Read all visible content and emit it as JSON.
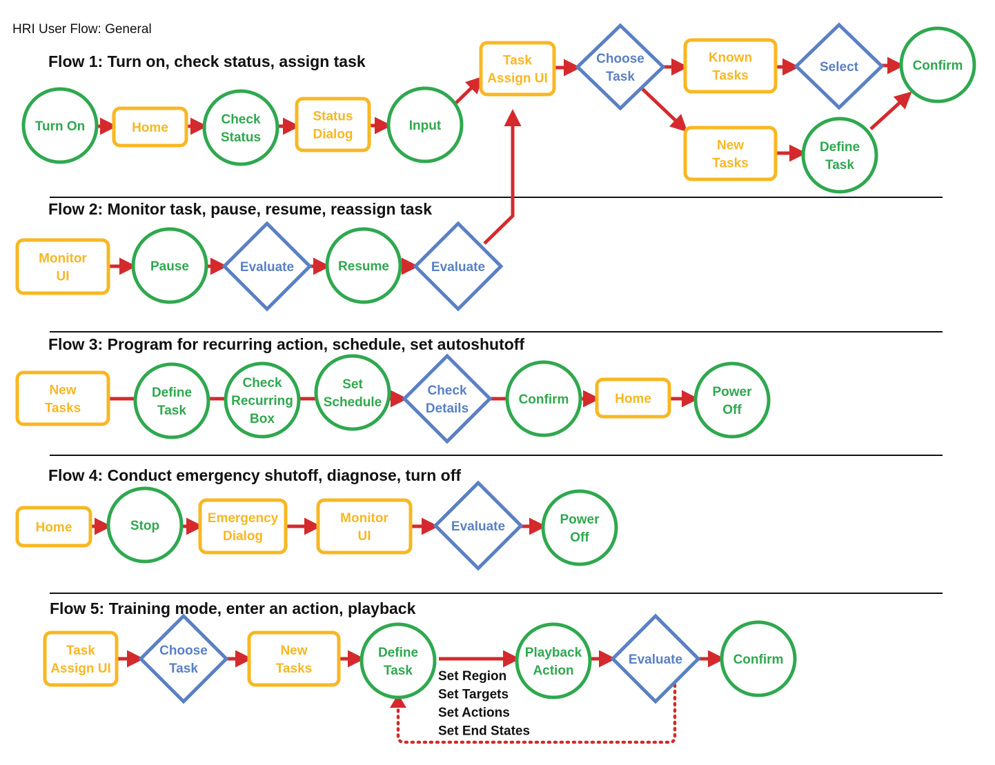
{
  "page_title": "HRI User Flow: General",
  "colors": {
    "action": "#2FA84F",
    "screen": "#F8B722",
    "decision": "#5A80C4",
    "arrow": "#D42A2D",
    "divider": "#111111"
  },
  "flows": [
    {
      "title": "Flow 1: Turn on, check status, assign task",
      "nodes": [
        {
          "id": "f1_turnon",
          "kind": "action",
          "lines": [
            "Turn On"
          ]
        },
        {
          "id": "f1_home",
          "kind": "screen",
          "lines": [
            "Home"
          ]
        },
        {
          "id": "f1_checkstatus",
          "kind": "action",
          "lines": [
            "Check",
            "Status"
          ]
        },
        {
          "id": "f1_statusdialog",
          "kind": "screen",
          "lines": [
            "Status",
            "Dialog"
          ]
        },
        {
          "id": "f1_input",
          "kind": "action",
          "lines": [
            "Input"
          ]
        },
        {
          "id": "f1_taskassign",
          "kind": "screen",
          "lines": [
            "Task",
            "Assign UI"
          ]
        },
        {
          "id": "f1_choosetask",
          "kind": "decision",
          "lines": [
            "Choose",
            "Task"
          ]
        },
        {
          "id": "f1_knowntasks",
          "kind": "screen",
          "lines": [
            "Known",
            "Tasks"
          ]
        },
        {
          "id": "f1_select",
          "kind": "decision",
          "lines": [
            "Select"
          ]
        },
        {
          "id": "f1_confirm",
          "kind": "action",
          "lines": [
            "Confirm"
          ]
        },
        {
          "id": "f1_newtasks",
          "kind": "screen",
          "lines": [
            "New",
            "Tasks"
          ]
        },
        {
          "id": "f1_definetask",
          "kind": "action",
          "lines": [
            "Define",
            "Task"
          ]
        }
      ]
    },
    {
      "title": "Flow 2: Monitor task, pause, resume, reassign task",
      "nodes": [
        {
          "id": "f2_monitor",
          "kind": "screen",
          "lines": [
            "Monitor",
            "UI"
          ]
        },
        {
          "id": "f2_pause",
          "kind": "action",
          "lines": [
            "Pause"
          ]
        },
        {
          "id": "f2_eval1",
          "kind": "decision",
          "lines": [
            "Evaluate"
          ]
        },
        {
          "id": "f2_resume",
          "kind": "action",
          "lines": [
            "Resume"
          ]
        },
        {
          "id": "f2_eval2",
          "kind": "decision",
          "lines": [
            "Evaluate"
          ]
        }
      ]
    },
    {
      "title": "Flow 3: Program for recurring action, schedule, set autoshutoff",
      "nodes": [
        {
          "id": "f3_newtasks",
          "kind": "screen",
          "lines": [
            "New",
            "Tasks"
          ]
        },
        {
          "id": "f3_definetask",
          "kind": "action",
          "lines": [
            "Define",
            "Task"
          ]
        },
        {
          "id": "f3_checkrecurring",
          "kind": "action",
          "lines": [
            "Check",
            "Recurring",
            "Box"
          ]
        },
        {
          "id": "f3_setschedule",
          "kind": "action",
          "lines": [
            "Set",
            "Schedule"
          ]
        },
        {
          "id": "f3_checkdetails",
          "kind": "decision",
          "lines": [
            "Check",
            "Details"
          ]
        },
        {
          "id": "f3_confirm",
          "kind": "action",
          "lines": [
            "Confirm"
          ]
        },
        {
          "id": "f3_home",
          "kind": "screen",
          "lines": [
            "Home"
          ]
        },
        {
          "id": "f3_poweroff",
          "kind": "action",
          "lines": [
            "Power",
            "Off"
          ]
        }
      ]
    },
    {
      "title": "Flow 4: Conduct emergency shutoff, diagnose, turn off",
      "nodes": [
        {
          "id": "f4_home",
          "kind": "screen",
          "lines": [
            "Home"
          ]
        },
        {
          "id": "f4_stop",
          "kind": "action",
          "lines": [
            "Stop"
          ]
        },
        {
          "id": "f4_emergency",
          "kind": "screen",
          "lines": [
            "Emergency",
            "Dialog"
          ]
        },
        {
          "id": "f4_monitor",
          "kind": "screen",
          "lines": [
            "Monitor",
            "UI"
          ]
        },
        {
          "id": "f4_evaluate",
          "kind": "decision",
          "lines": [
            "Evaluate"
          ]
        },
        {
          "id": "f4_poweroff",
          "kind": "action",
          "lines": [
            "Power",
            "Off"
          ]
        }
      ]
    },
    {
      "title": "Flow 5: Training mode, enter an action, playback",
      "nodes": [
        {
          "id": "f5_taskassign",
          "kind": "screen",
          "lines": [
            "Task",
            "Assign UI"
          ]
        },
        {
          "id": "f5_choosetask",
          "kind": "decision",
          "lines": [
            "Choose",
            "Task"
          ]
        },
        {
          "id": "f5_newtasks",
          "kind": "screen",
          "lines": [
            "New",
            "Tasks"
          ]
        },
        {
          "id": "f5_definetask",
          "kind": "action",
          "lines": [
            "Define",
            "Task"
          ]
        },
        {
          "id": "f5_playback",
          "kind": "action",
          "lines": [
            "Playback",
            "Action"
          ]
        },
        {
          "id": "f5_evaluate",
          "kind": "decision",
          "lines": [
            "Evaluate"
          ]
        },
        {
          "id": "f5_confirm",
          "kind": "action",
          "lines": [
            "Confirm"
          ]
        }
      ],
      "notes": [
        "Set Region",
        "Set Targets",
        "Set Actions",
        "Set End States"
      ]
    }
  ]
}
